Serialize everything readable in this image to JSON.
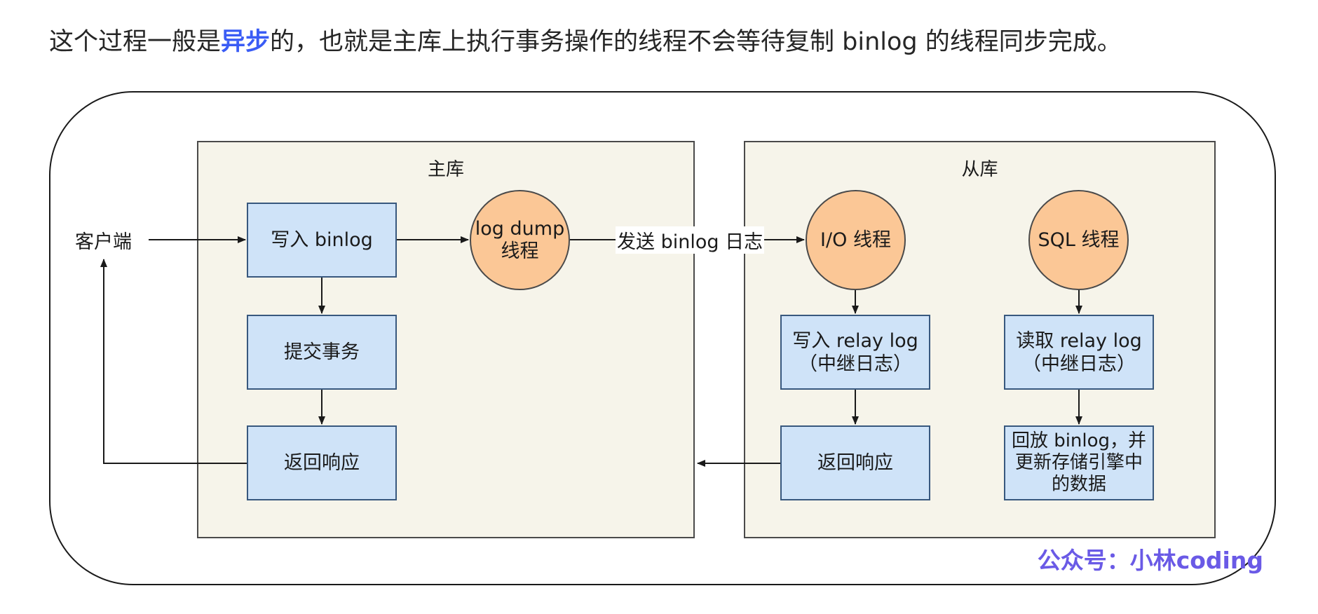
{
  "intro": {
    "before": "这个过程一般是",
    "emphasis": "异步",
    "after": "的，也就是主库上执行事务操作的线程不会等待复制 binlog 的线程同步完成。"
  },
  "diagram": {
    "client_label": "客户端",
    "master": {
      "title": "主库",
      "write_binlog": "写入 binlog",
      "commit_tx": "提交事务",
      "return_response": "返回响应",
      "log_dump_line1": "log dump",
      "log_dump_line2": "线程"
    },
    "send_label": "发送 binlog 日志",
    "slave": {
      "title": "从库",
      "io_thread": "I/O 线程",
      "sql_thread": "SQL 线程",
      "write_relay_line1": "写入  relay log",
      "write_relay_line2": "（中继日志）",
      "read_relay_line1": "读取  relay log",
      "read_relay_line2": "（中继日志）",
      "return_response": "返回响应",
      "replay_line1": "回放 binlog，并",
      "replay_line2": "更新存储引擎中",
      "replay_line3": "的数据"
    },
    "watermark": "公众号：小林coding"
  },
  "colors": {
    "emphasis": "#3a5cf5",
    "zone_fill": "#f6f4ea",
    "box_fill": "#cfe3f8",
    "circle_fill": "#fbc796",
    "watermark": "#6a5ae6"
  }
}
